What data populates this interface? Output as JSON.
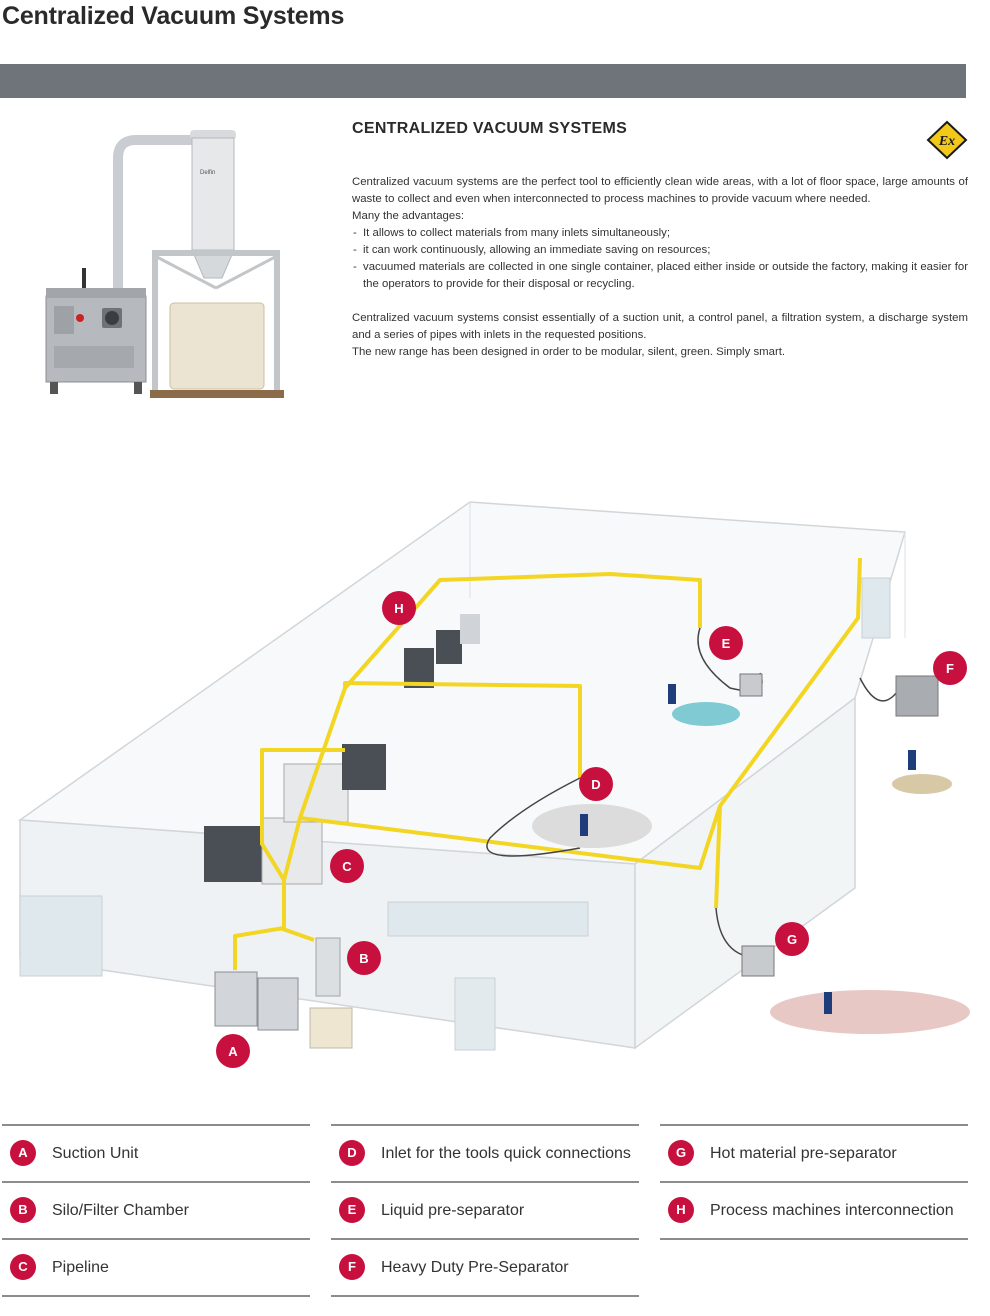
{
  "page": {
    "title": "Centralized Vacuum Systems"
  },
  "product_image": {
    "brand_text": "Delfin"
  },
  "section": {
    "heading": "CENTRALIZED VACUUM SYSTEMS",
    "ex_icon_text": "Ex",
    "intro": "Centralized vacuum systems are the perfect tool to efficiently clean wide areas, with a lot of floor space, large amounts of waste to collect and even when interconnected to process machines to provide vacuum where needed.",
    "advantages_title": "Many the advantages:",
    "advantages": [
      "It allows to collect materials from many inlets simultaneously;",
      "it can work continuously, allowing an immediate saving on resources;",
      "vacuumed materials are collected in one single container, placed either inside or outside the factory, making it easier for the operators to provide for their disposal or recycling."
    ],
    "components": "Centralized vacuum systems consist essentially of a suction unit, a control panel, a filtration system, a discharge system and a series of pipes with inlets in the requested positions.",
    "closing": "The new range has been designed in order to be modular, silent, green. Simply smart."
  },
  "colors": {
    "accent": "#c8103e",
    "pipe": "#f3d623",
    "band": "#6f737a"
  },
  "diagram_markers": [
    "H",
    "E",
    "F",
    "D",
    "C",
    "B",
    "G",
    "A"
  ],
  "legend": {
    "columns": [
      [
        {
          "letter": "A",
          "label": "Suction Unit"
        },
        {
          "letter": "B",
          "label": "Silo/Filter Chamber"
        },
        {
          "letter": "C",
          "label": "Pipeline"
        }
      ],
      [
        {
          "letter": "D",
          "label": "Inlet for the tools quick connections"
        },
        {
          "letter": "E",
          "label": "Liquid pre-separator"
        },
        {
          "letter": "F",
          "label": "Heavy Duty Pre-Separator"
        }
      ],
      [
        {
          "letter": "G",
          "label": "Hot material pre-separator"
        },
        {
          "letter": "H",
          "label": "Process machines interconnection"
        }
      ]
    ]
  }
}
